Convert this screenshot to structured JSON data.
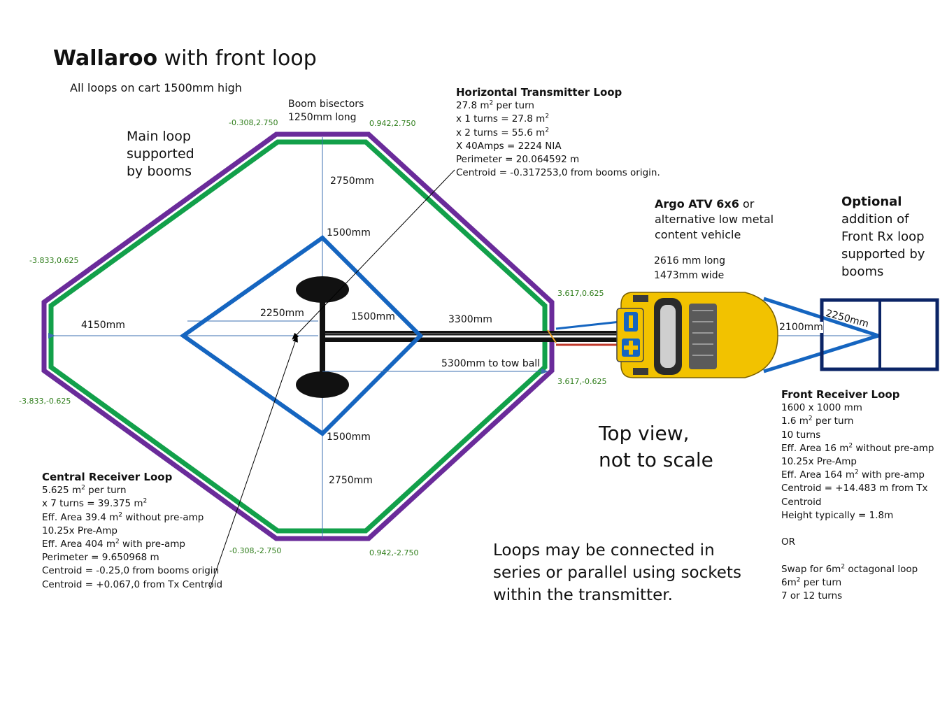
{
  "title": {
    "bold": "Wallaroo",
    "rest": " with front loop"
  },
  "subtitle": "All loops on cart 1500mm high",
  "boom_note": {
    "line1": "Boom bisectors",
    "line2": "1250mm long"
  },
  "main_loop_note": [
    "Main loop",
    "supported",
    "by booms"
  ],
  "coords": {
    "tl": "-0.308,2.750",
    "tr": "0.942,2.750",
    "ml": "-3.833,0.625",
    "mr": "3.617,0.625",
    "bl": "-3.833,-0.625",
    "br": "3.617,-0.625",
    "btl": "-0.308,-2.750",
    "btr": "0.942,-2.750"
  },
  "dims": {
    "top2750": "2750mm",
    "top1500": "1500mm",
    "left4150": "4150mm",
    "mid2250": "2250mm",
    "mid1500": "1500mm",
    "d3300": "3300mm",
    "tow": "5300mm to tow ball",
    "bot1500": "1500mm",
    "bot2750": "2750mm",
    "front2250": "2250mm",
    "front2100": "2100mm"
  },
  "tx_loop": {
    "header": "Horizontal Transmitter Loop",
    "l1a": "27.8 m",
    "l1b": " per turn",
    "l2a": "x 1 turns = 27.8 m",
    "l3a": "x 2 turns = 55.6 m",
    "l4": "X 40Amps = 2224 NIA",
    "l5": "Perimeter = 20.064592 m",
    "l6": "Centroid = -0.317253,0 from booms origin."
  },
  "vehicle": {
    "name_bold": "Argo ATV 6x6",
    "name_rest": " or",
    "l2": "alternative low metal",
    "l3": "content vehicle",
    "l4": "2616 mm long",
    "l5": "1473mm wide"
  },
  "optional": {
    "bold": "Optional",
    "l2": "addition of",
    "l3": "Front Rx loop",
    "l4": "supported by",
    "l5": "booms"
  },
  "central_loop": {
    "header": "Central Receiver Loop",
    "l1a": "5.625 m",
    "l1b": " per turn",
    "l2a": "x 7 turns = 39.375 m",
    "l3a": "Eff. Area 39.4 m",
    "l3b": " without pre-amp",
    "l4": "10.25x Pre-Amp",
    "l5a": "Eff. Area 404 m",
    "l5b": " with pre-amp",
    "l6": "Perimeter = 9.650968 m",
    "l7": "Centroid = -0.25,0 from booms origin",
    "l8": "Centroid = +0.067,0 from Tx Centroid"
  },
  "front_loop": {
    "header": "Front Receiver Loop",
    "l1": "1600 x 1000 mm",
    "l2a": "1.6 m",
    "l2b": " per turn",
    "l3": "10 turns",
    "l4a": "Eff. Area 16 m",
    "l4b": " without pre-amp",
    "l5": "10.25x Pre-Amp",
    "l6a": "Eff. Area 164 m",
    "l6b": " with pre-amp",
    "l7": "Centroid = +14.483 m from Tx",
    "l8": "Centroid",
    "l9": "Height typically = 1.8m",
    "l10": "OR",
    "l11a": "Swap for 6m",
    "l11b": " octagonal loop",
    "l12a": "6m",
    "l12b": " per turn",
    "l13": "7 or 12 turns"
  },
  "sup2": "2",
  "top_view": [
    "Top view,",
    "not to scale"
  ],
  "loops_note": [
    "Loops may be connected in",
    "series or parallel using sockets",
    "within the transmitter."
  ],
  "colors": {
    "purple": "#6a2b9a",
    "green": "#12a04a",
    "blue": "#1565c0",
    "navy": "#0b2466",
    "yellow": "#f2c200",
    "coord": "#2e7d1a"
  }
}
